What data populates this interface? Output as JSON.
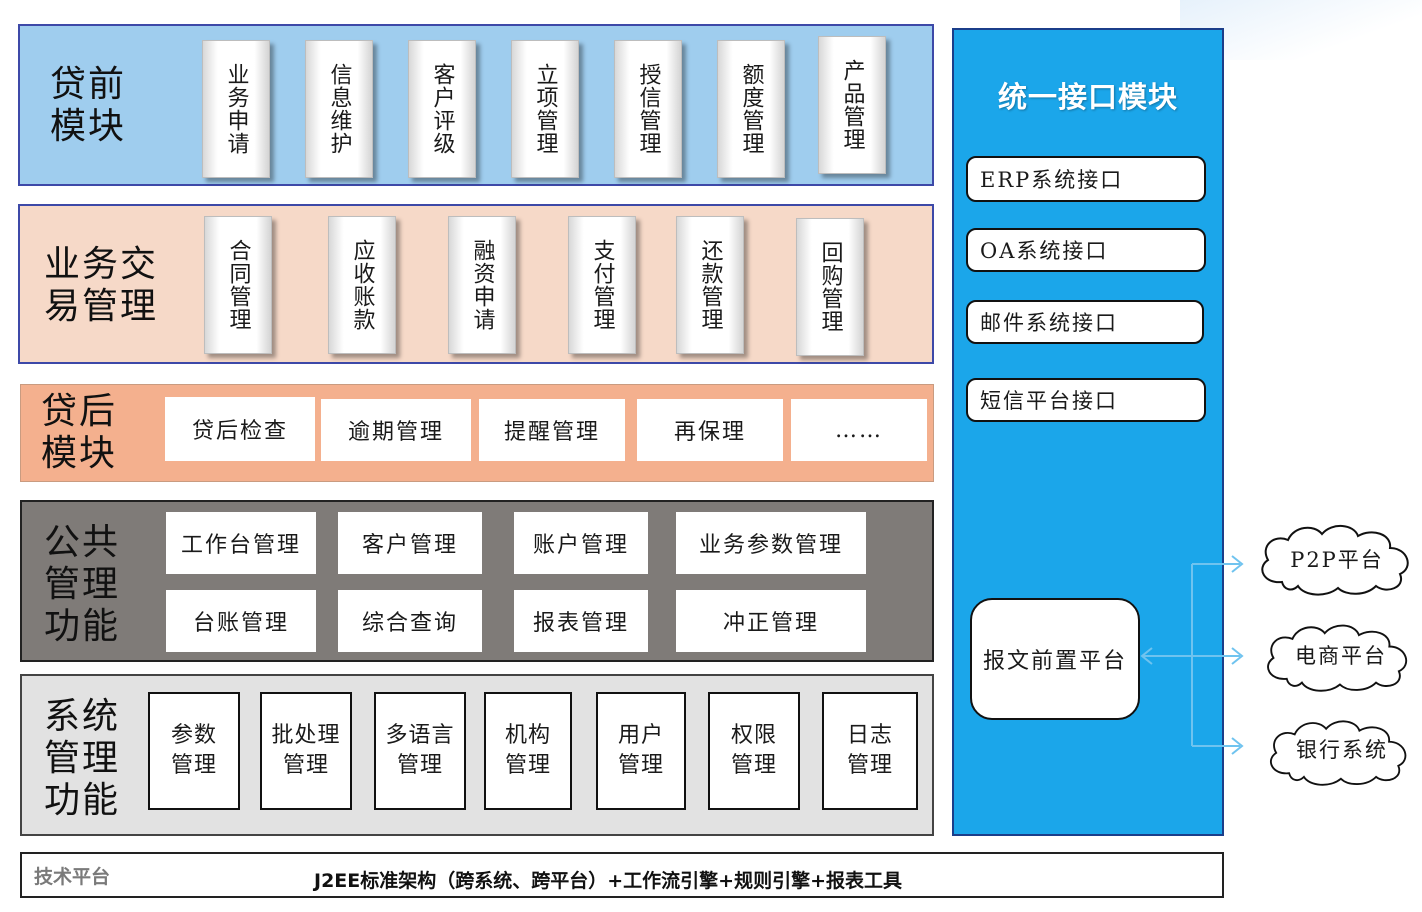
{
  "preloan": {
    "title": "贷前\n模块",
    "items": [
      "业务申请",
      "信息维护",
      "客户评级",
      "立项管理",
      "授信管理",
      "额度管理",
      "产品管理"
    ]
  },
  "trade": {
    "title": "业务交\n易管理",
    "items": [
      "合同管理",
      "应收账款",
      "融资申请",
      "支付管理",
      "还款管理",
      "回购管理"
    ]
  },
  "postloan": {
    "title": "贷后\n模块",
    "items": [
      "贷后检查",
      "逾期管理",
      "提醒管理",
      "再保理",
      "……"
    ]
  },
  "common": {
    "title": "公共\n管理\n功能",
    "row1": [
      "工作台管理",
      "客户管理",
      "账户管理",
      "业务参数管理"
    ],
    "row2": [
      "台账管理",
      "综合查询",
      "报表管理",
      "冲正管理"
    ]
  },
  "system": {
    "title": "系统\n管理\n功能",
    "items": [
      "参数\n管理",
      "批处理\n管理",
      "多语言\n管理",
      "机构\n管理",
      "用户\n管理",
      "权限\n管理",
      "日志\n管理"
    ]
  },
  "interface": {
    "title": "统一接口模块",
    "items": [
      "ERP系统接口",
      "OA系统接口",
      "邮件系统接口",
      "短信平台接口"
    ],
    "gateway": "报文前置平台"
  },
  "external": [
    "P2P平台",
    "电商平台",
    "银行系统"
  ],
  "tech": {
    "label": "技术平台",
    "text": "J2EE标准架构（跨系统、跨平台）+工作流引擎+规则引擎+报表工具"
  },
  "colors": {
    "preloan_bg": "#9fcdee",
    "trade_bg": "#f6d9c8",
    "postloan_bg": "#f4b08e",
    "common_bg": "#7f7b78",
    "system_bg": "#e2e2e2",
    "interface_bg": "#1ba6ea",
    "section_border": "#3d49a8",
    "arrow": "#6fc3ef"
  }
}
